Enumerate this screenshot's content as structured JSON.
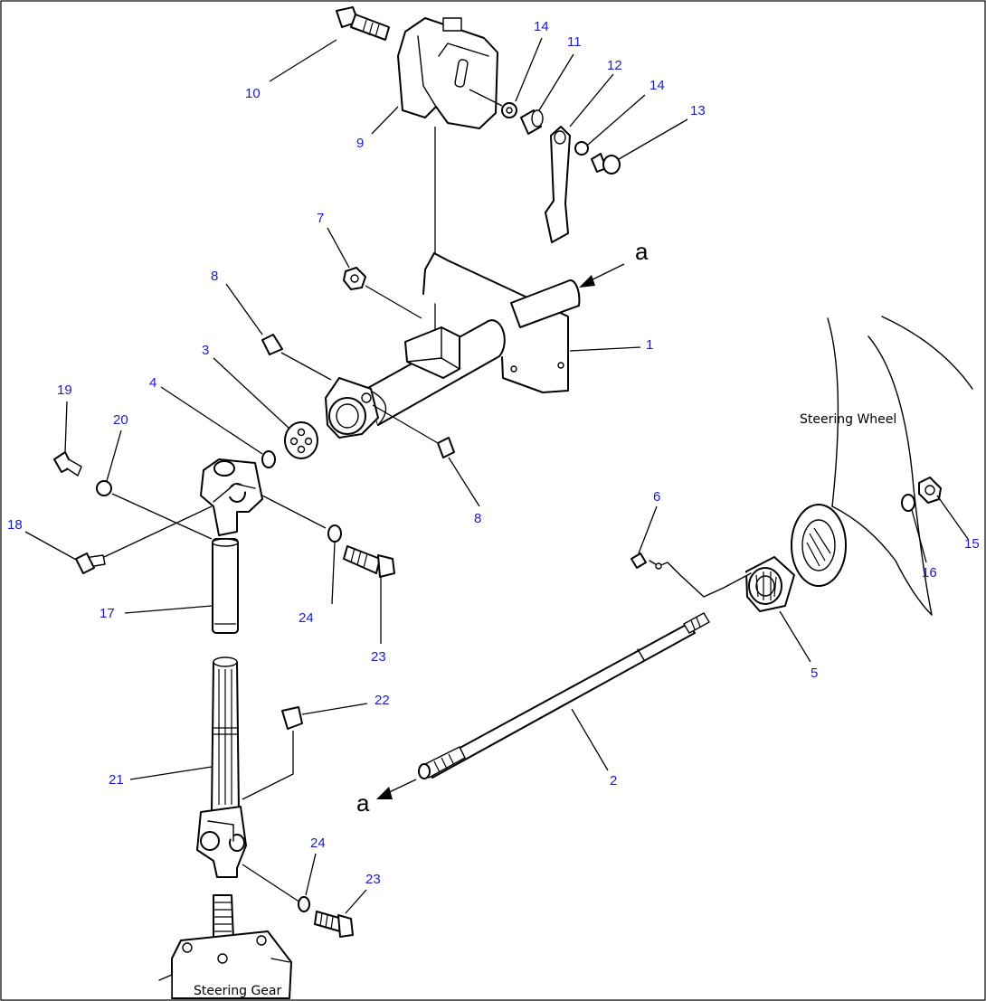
{
  "diagram": {
    "labels": {
      "steering_wheel": "Steering Wheel",
      "steering_gear": "Steering Gear",
      "view_a_top": "a",
      "view_a_bottom": "a"
    },
    "callouts": {
      "c1": "1",
      "c2": "2",
      "c3": "3",
      "c4": "4",
      "c5": "5",
      "c6": "6",
      "c7": "7",
      "c8a": "8",
      "c8b": "8",
      "c9": "9",
      "c10": "10",
      "c11": "11",
      "c12": "12",
      "c13": "13",
      "c14a": "14",
      "c14b": "14",
      "c15": "15",
      "c16": "16",
      "c17": "17",
      "c18": "18",
      "c19": "19",
      "c20": "20",
      "c21": "21",
      "c22": "22",
      "c23a": "23",
      "c23b": "23",
      "c24a": "24",
      "c24b": "24"
    },
    "colors": {
      "callout": "#1a1acc",
      "line": "#000000",
      "background": "#ffffff"
    }
  }
}
